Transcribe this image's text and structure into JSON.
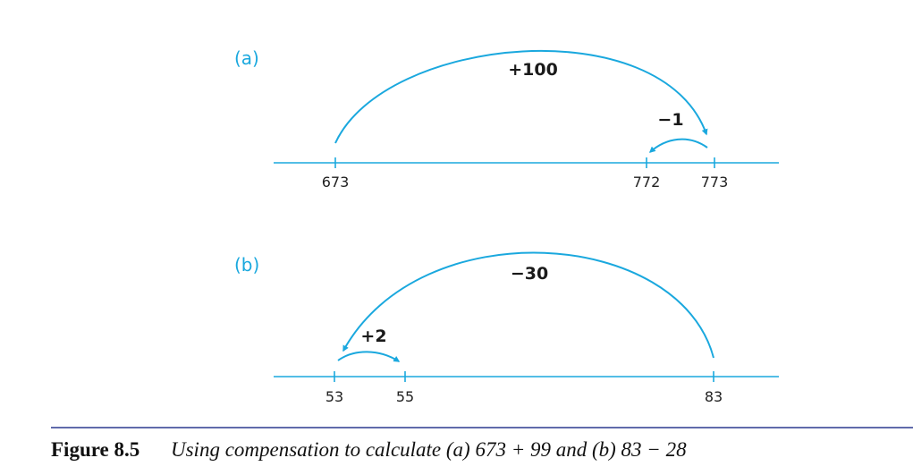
{
  "colors": {
    "accent": "#1aa8de",
    "text": "#1a1a1a",
    "rule": "#2b3a8f"
  },
  "panels": [
    {
      "label": "(a)",
      "ticks": [
        "673",
        "772",
        "773"
      ],
      "jumps": [
        {
          "label": "+100",
          "from": "673",
          "to": "773"
        },
        {
          "label": "−1",
          "from": "773",
          "to": "772"
        }
      ]
    },
    {
      "label": "(b)",
      "ticks": [
        "53",
        "55",
        "83"
      ],
      "jumps": [
        {
          "label": "−30",
          "from": "83",
          "to": "53"
        },
        {
          "label": "+2",
          "from": "53",
          "to": "55"
        }
      ]
    }
  ],
  "caption": {
    "number": "Figure 8.5",
    "text": "Using compensation to calculate (a) 673 + 99 and (b) 83 − 28"
  }
}
